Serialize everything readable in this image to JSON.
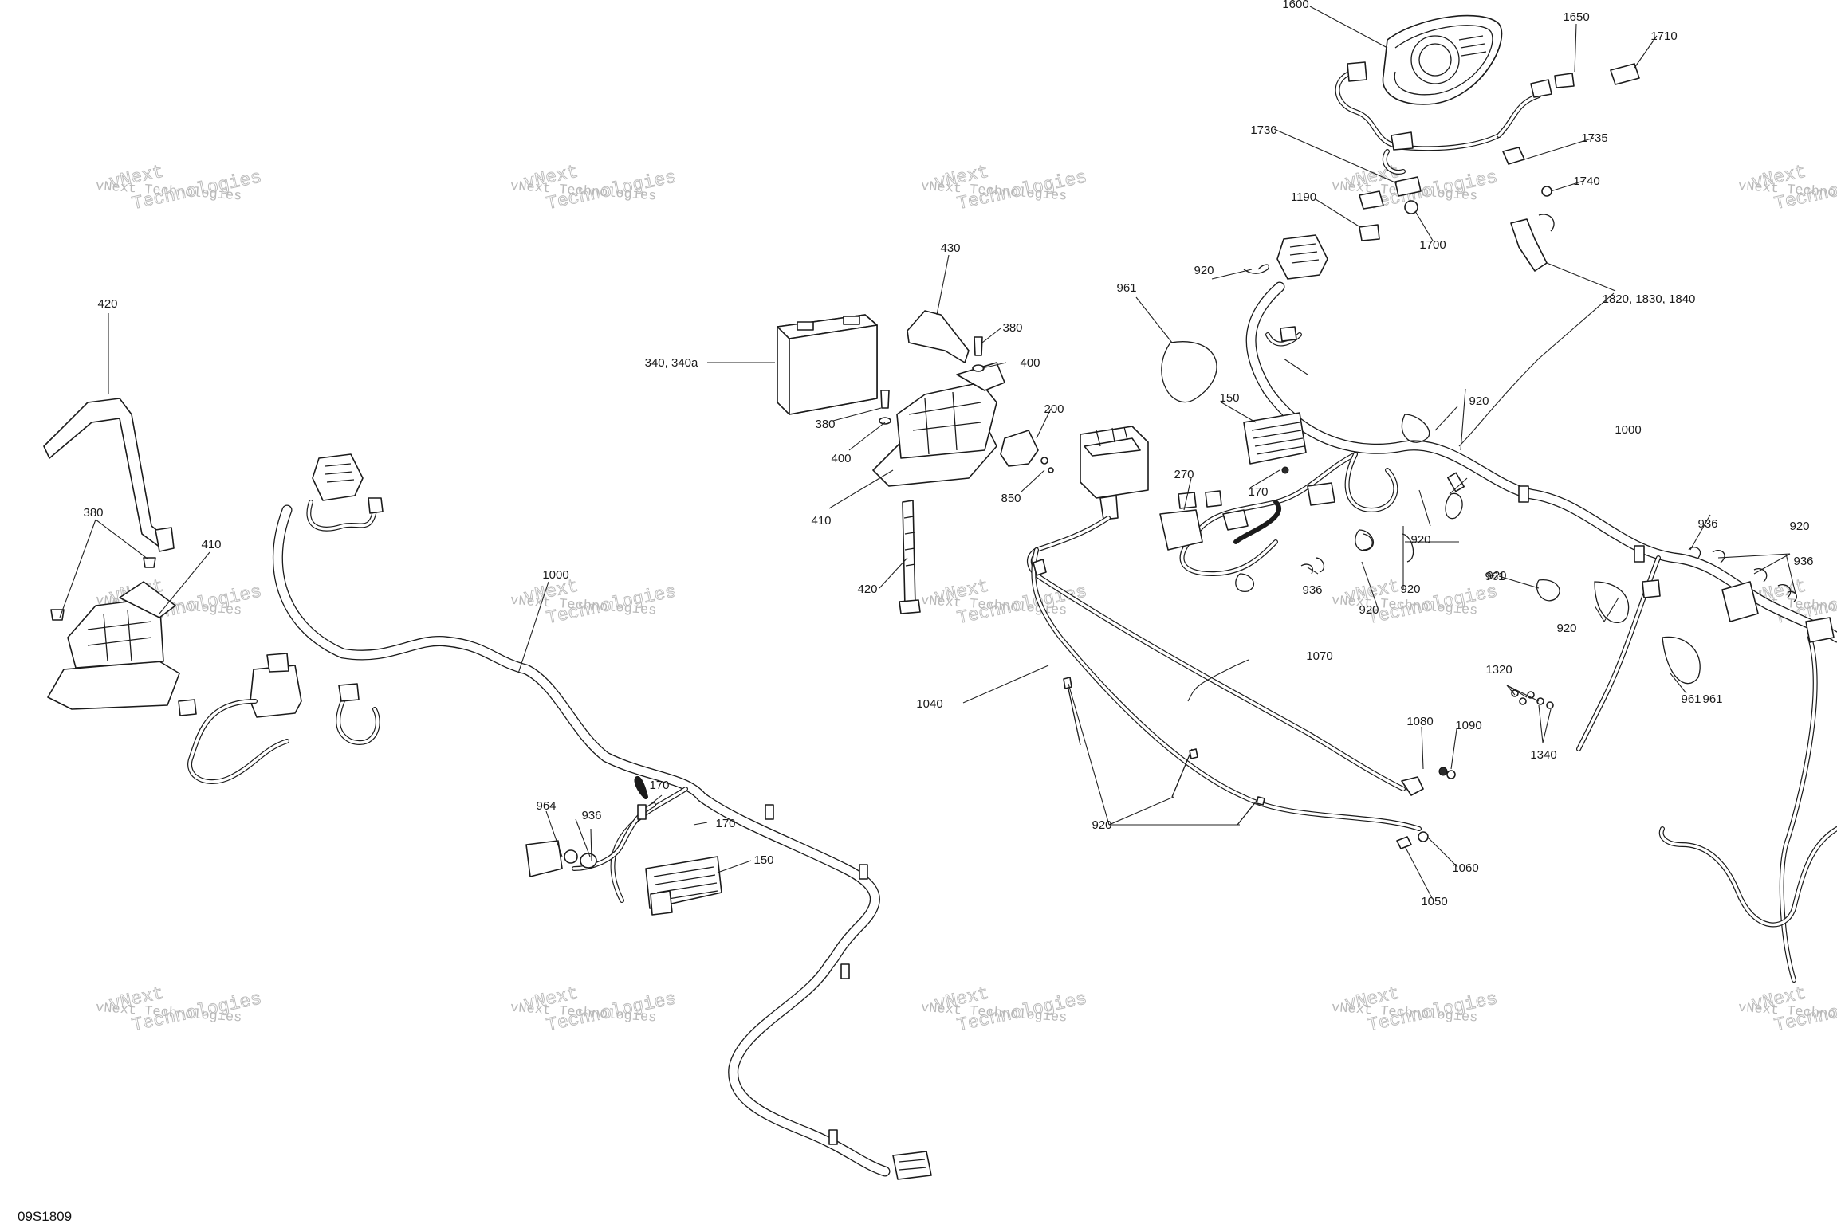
{
  "diagram": {
    "figure_code": "09S1809",
    "watermark": {
      "line1": "vNext Technologies",
      "line2": "Technologies"
    },
    "callouts": [
      "1600",
      "1650",
      "1710",
      "1735",
      "1740",
      "1730",
      "1190",
      "1700",
      "1820, 1830, 1840",
      "430",
      "380",
      "400",
      "340, 340a",
      "380",
      "400",
      "200",
      "410",
      "850",
      "420",
      "420",
      "380",
      "410",
      "1000",
      "964",
      "936",
      "170",
      "170",
      "150",
      "961",
      "920",
      "150",
      "270",
      "170",
      "920",
      "1000",
      "920",
      "936",
      "920",
      "920",
      "920",
      "961",
      "936",
      "920",
      "936",
      "920",
      "961",
      "961",
      "1320",
      "1340",
      "1040",
      "1070",
      "1080",
      "1090",
      "920",
      "1060",
      "1050"
    ]
  }
}
